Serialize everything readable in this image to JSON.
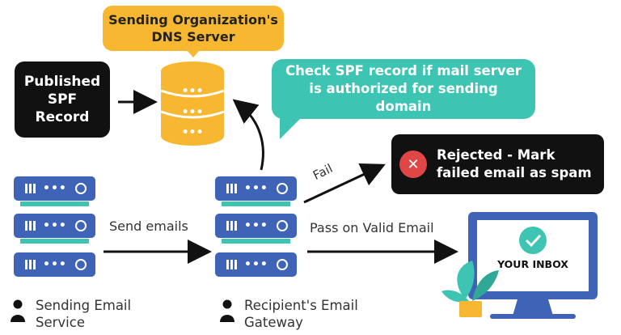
{
  "dns_server_label": "Sending Organization's DNS Server",
  "published_spf": "Published SPF Record",
  "check_spf": "Check SPF record if mail server is authorized for sending domain",
  "rejected": "Rejected - Mark failed email as spam",
  "fail_label": "Fail",
  "send_emails_label": "Send emails",
  "pass_label": "Pass on Valid Email",
  "inbox_label": "YOUR INBOX",
  "sending_service": "Sending Email Service",
  "recipient_gateway": "Recipient's Email Gateway",
  "colors": {
    "server_blue": "#3f63b7",
    "teal": "#3ec4b3",
    "yellow": "#f7b731",
    "dark": "#111111",
    "reject_red": "#e04646"
  }
}
